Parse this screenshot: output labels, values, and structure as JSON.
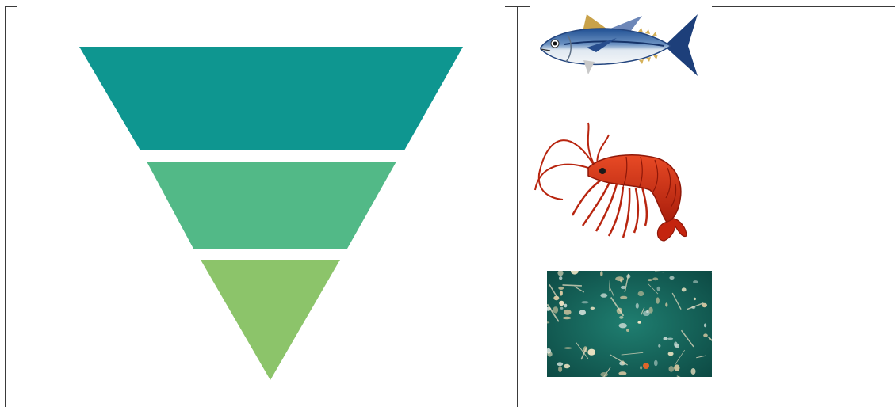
{
  "diagram": {
    "kind": "inverted trophic pyramid with organism pictures",
    "tiers": [
      {
        "level": "top",
        "color": "#0e9690",
        "organism": "tuna-fish"
      },
      {
        "level": "middle",
        "color": "#52b987",
        "organism": "shrimp"
      },
      {
        "level": "bottom",
        "color": "#8cc46a",
        "organism": "plankton"
      }
    ],
    "colors": {
      "frame": "#3a3a3a",
      "tuna_back": "#2a5fa8",
      "tuna_belly": "#d9e4ee",
      "tuna_fin": "#c9a24a",
      "shrimp_body": "#cc2a10",
      "plankton_water": "#15685f"
    }
  }
}
